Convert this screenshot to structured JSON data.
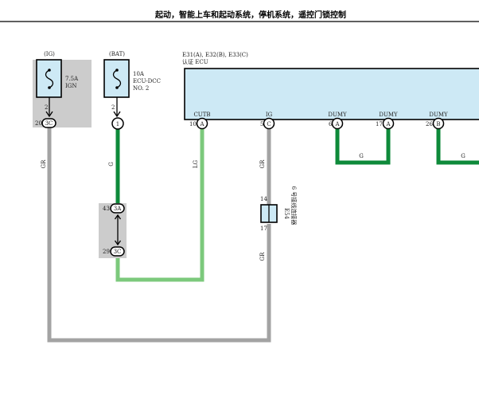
{
  "page_title": "起动，智能上车和起动系统，停机系统，遥控门锁控制",
  "fuses": [
    {
      "id": "ig_fuse",
      "source": "(IG)",
      "rating": "7.5A",
      "name": "IGN",
      "pin": "2",
      "conn_pin": "20",
      "conn_code": "3C"
    },
    {
      "id": "bat_fuse",
      "source": "(BAT)",
      "rating": "10A",
      "name_line1": "ECU-DCC",
      "name_line2": "NO. 2",
      "pin": "2",
      "conn_code": "1"
    }
  ],
  "junction": {
    "top_pin": "43",
    "top_code": "3A",
    "bottom_pin": "29",
    "bottom_code": "3C"
  },
  "ecu": {
    "connectors": "E31(A), E32(B), E33(C)",
    "name": "认证 ECU",
    "terminals": [
      {
        "label": "CUTB",
        "pin": "10",
        "code": "A"
      },
      {
        "label": "IG",
        "pin": "5",
        "code": "C"
      },
      {
        "label": "DUMY",
        "pin": "6",
        "code": "A"
      },
      {
        "label": "DUMY",
        "pin": "17",
        "code": "A"
      },
      {
        "label": "DUMY",
        "pin": "26",
        "code": "B"
      }
    ]
  },
  "connector_e54": {
    "code": "E54",
    "name": "6 号接线连接器",
    "top_pin": "14",
    "bottom_pin": "17"
  },
  "wire_colors": {
    "gr": "GR",
    "g": "G",
    "lg": "LG"
  },
  "colors": {
    "gr_wire": "#a3a3a3",
    "g_wire": "#0e8a3a",
    "lg_wire": "#7cc97c",
    "ecu_fill": "#cde9f5",
    "fuse_fill": "#cde9f5",
    "fuse_box_bg": "#cccccc"
  }
}
